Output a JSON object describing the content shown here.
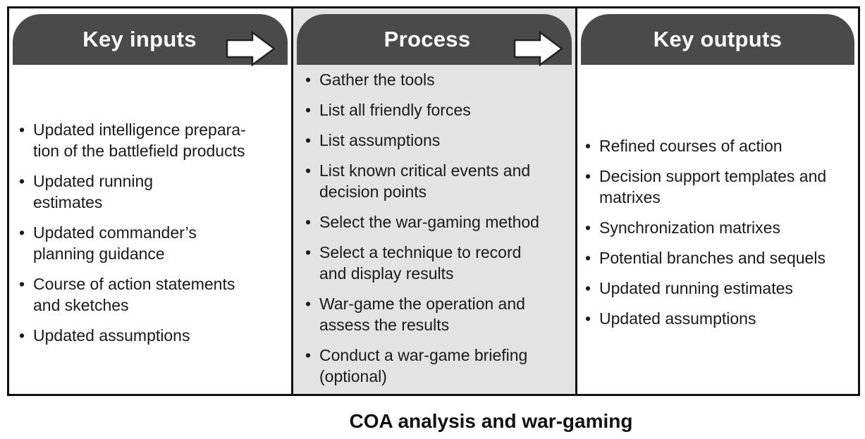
{
  "columns": [
    {
      "title": "Key inputs",
      "has_arrow": true,
      "items": [
        "Updated intelligence prepara-\ntion of the battlefield products",
        "Updated running\nestimates",
        "Updated commander’s\nplanning guidance",
        "Course of action statements\nand sketches",
        "Updated assumptions"
      ]
    },
    {
      "title": "Process",
      "has_arrow": true,
      "items": [
        "Gather the tools",
        "List all friendly forces",
        "List assumptions",
        "List known critical events and\ndecision points",
        "Select the war-gaming method",
        "Select a technique to record\nand display results",
        "War-game the operation and\nassess the results",
        "Conduct a war-game briefing\n(optional)"
      ]
    },
    {
      "title": "Key outputs",
      "has_arrow": false,
      "items": [
        "Refined courses of action",
        "Decision support templates and\nmatrixes",
        "Synchronization matrixes",
        "Potential branches and sequels",
        "Updated running estimates",
        "Updated assumptions"
      ]
    }
  ],
  "bullet": "•",
  "caption": "COA analysis and war-gaming",
  "colors": {
    "header_bg": "#4a4a4a",
    "header_text": "#ffffff",
    "process_bg": "#e3e3e3",
    "border": "#111111"
  },
  "icons": {
    "arrow": "right-arrow-icon"
  }
}
